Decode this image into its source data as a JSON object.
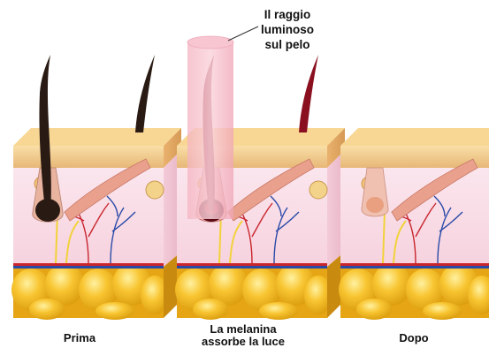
{
  "labels": {
    "callout_line1": "Il raggio",
    "callout_line2": "luminoso",
    "callout_line3": "sul pelo",
    "caption_before": "Prima",
    "caption_middle_line1": "La melanina",
    "caption_middle_line2": "assorbe la luce",
    "caption_after": "Dopo"
  },
  "colors": {
    "epidermis_top": "#f7d89a",
    "epidermis_band": "#e8b879",
    "dermis": "#fbe3ec",
    "dermis_shadow": "#f3c9d6",
    "fat": "#f5b820",
    "fat_highlight": "#fde27a",
    "hair_before": "#2a1a14",
    "hair_during": "#8a1020",
    "hair_after": "#e8a080",
    "beam": "#f4b3c0",
    "vessel_red": "#c9252c",
    "vessel_blue": "#2a4aa8",
    "nerve_yellow": "#f2d23a"
  }
}
